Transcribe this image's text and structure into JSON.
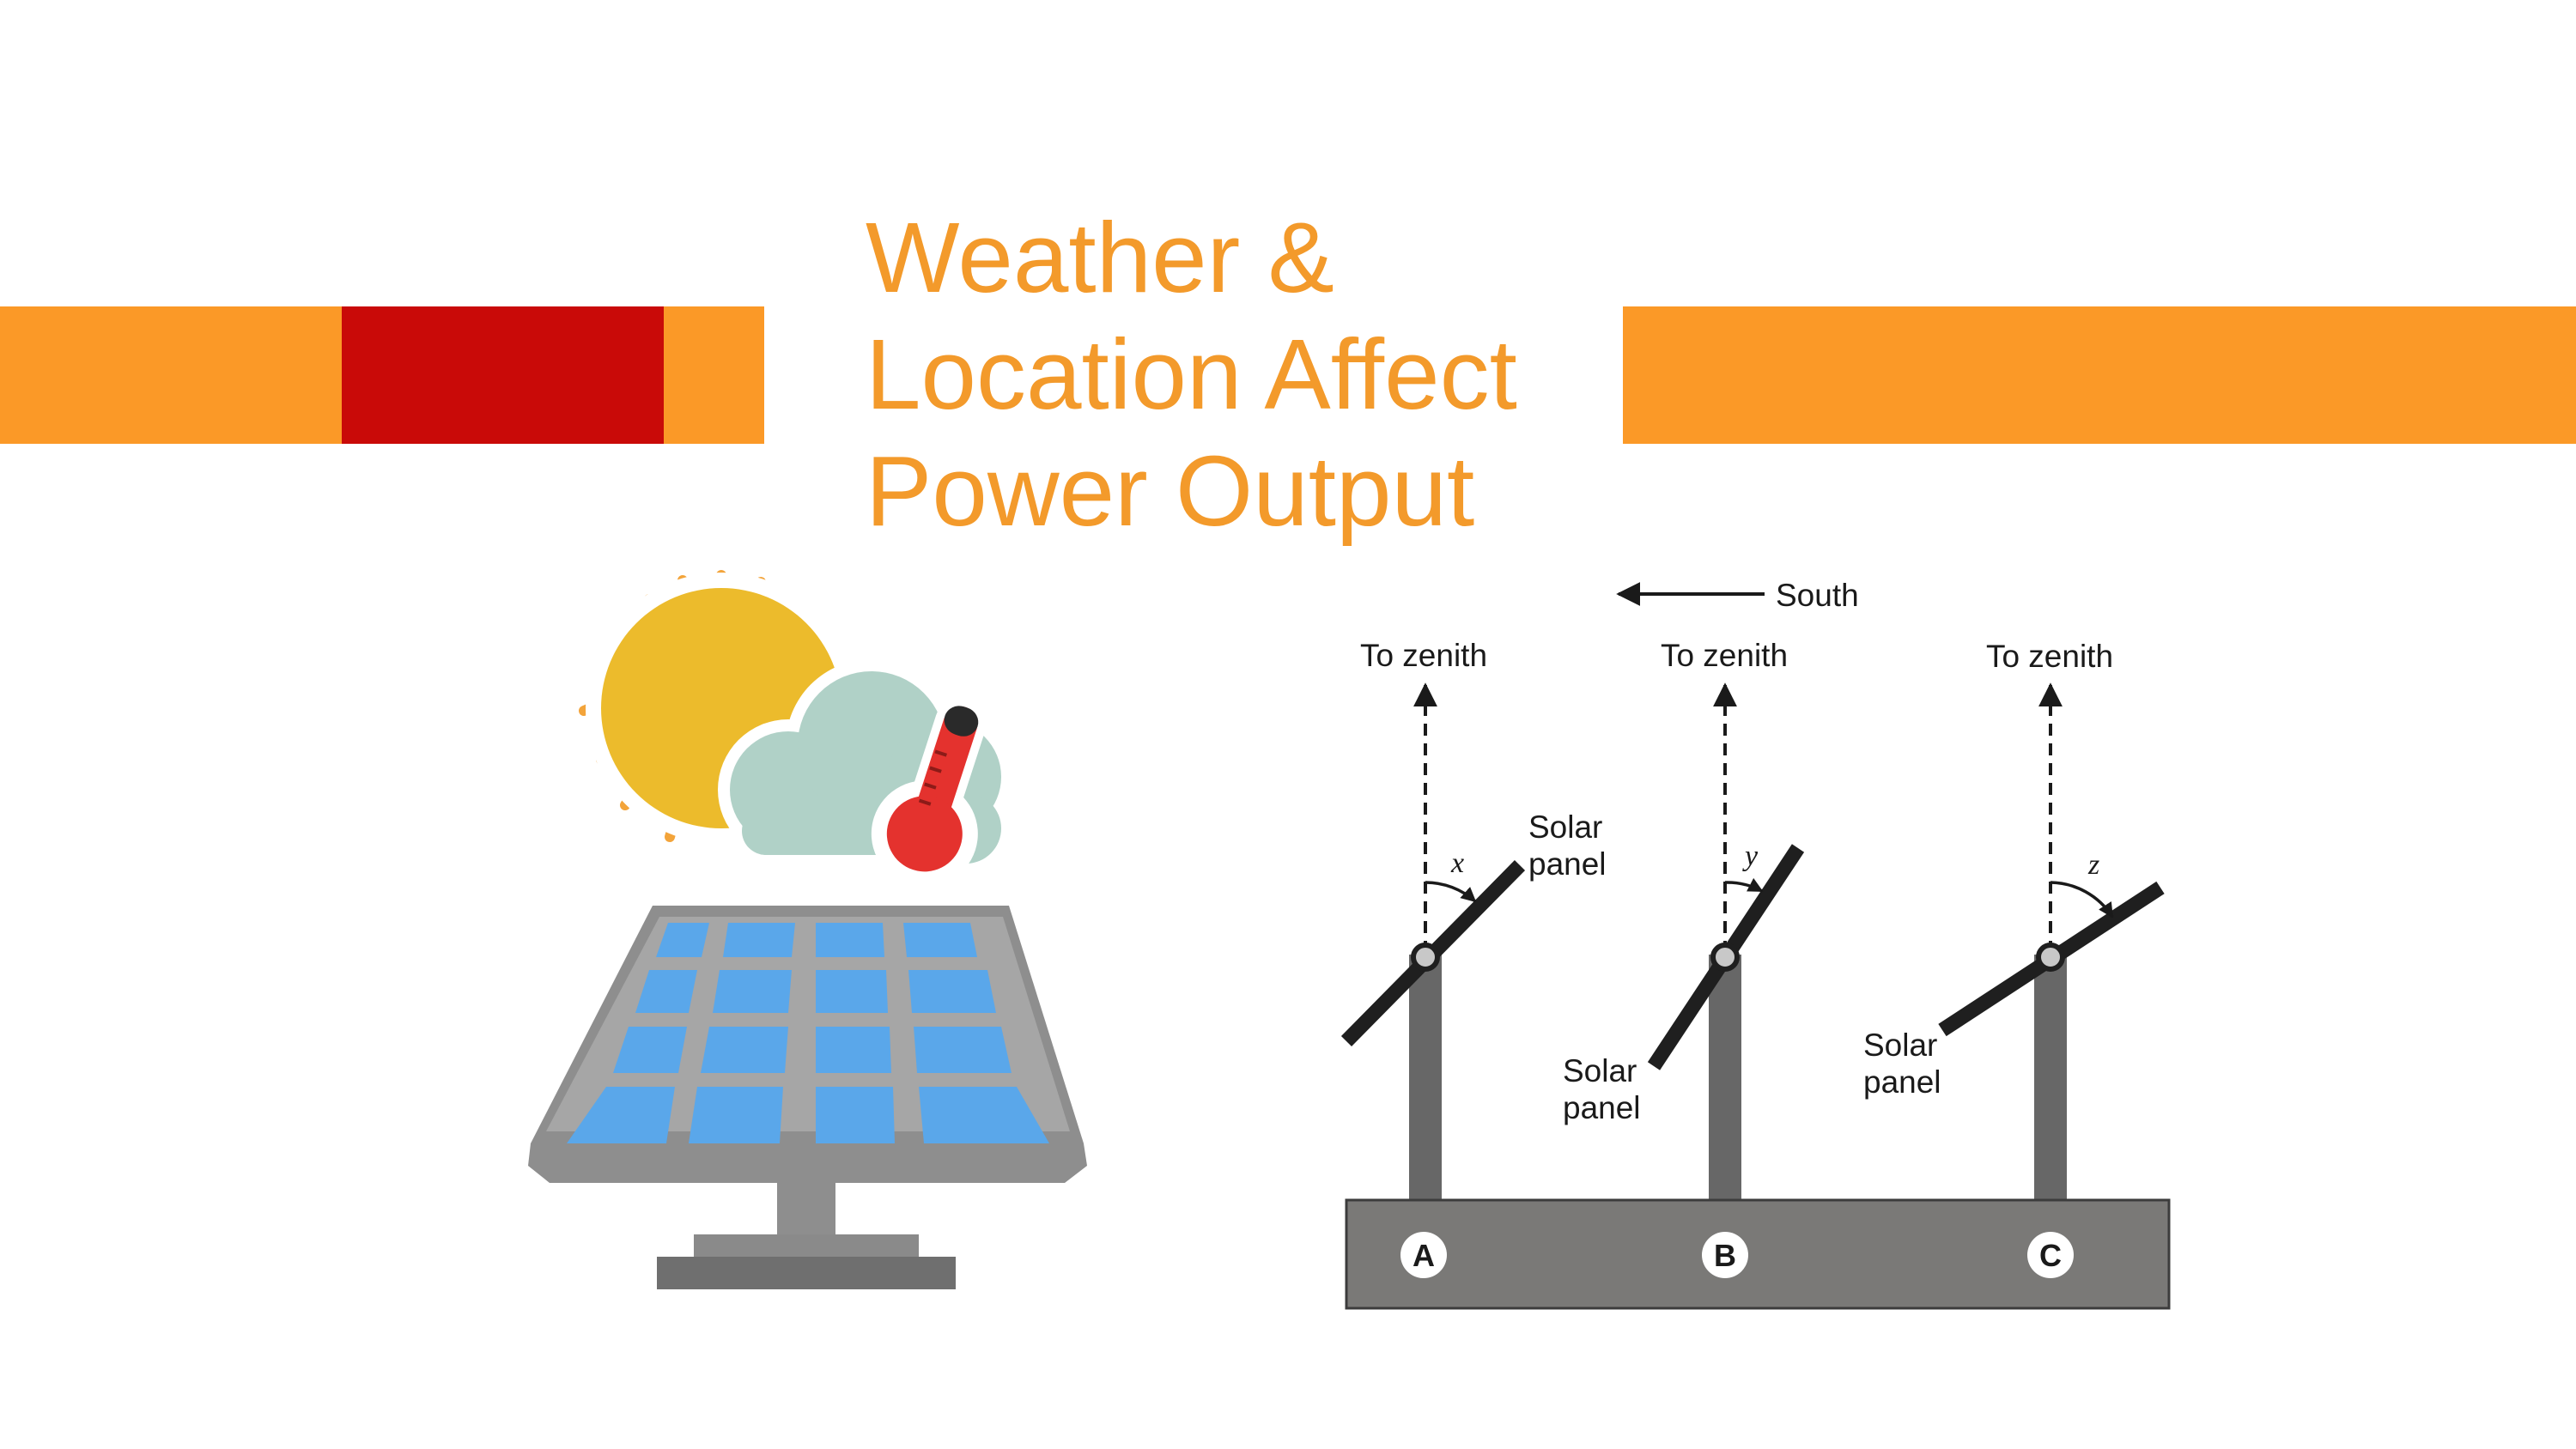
{
  "slide": {
    "title_lines": [
      "Weather &",
      "Location Affect",
      "Power Output"
    ],
    "colors": {
      "orange": "#fb9927",
      "red": "#c90a08",
      "title": "#f39a2b"
    }
  },
  "illustration": {
    "icons": [
      "sun-icon",
      "cloud-icon",
      "thermometer-icon",
      "solar-panel-icon"
    ]
  },
  "diagram": {
    "direction_label": "South",
    "zenith_label": "To zenith",
    "panel_label_line1": "Solar",
    "panel_label_line2": "panel",
    "stations": [
      {
        "letter": "A",
        "angle": "x"
      },
      {
        "letter": "B",
        "angle": "y"
      },
      {
        "letter": "C",
        "angle": "z"
      }
    ]
  }
}
